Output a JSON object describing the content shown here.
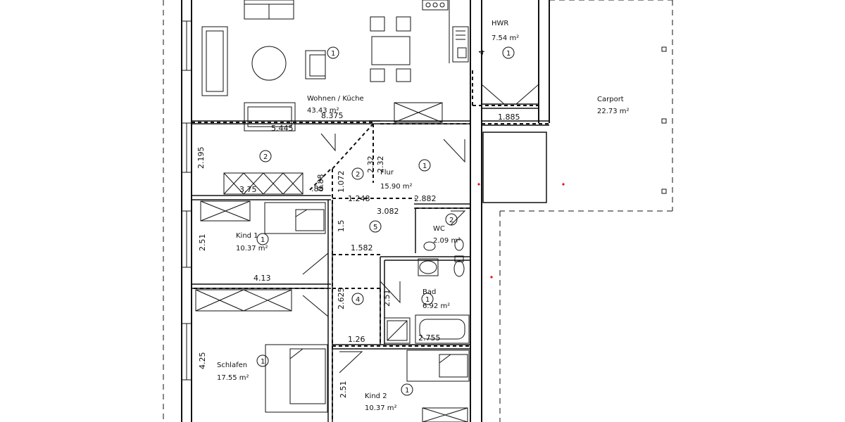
{
  "rooms": {
    "wohnen": {
      "name": "Wohnen / Küche",
      "area": "43.43 m²",
      "marker": "1"
    },
    "hwr": {
      "name": "HWR",
      "area": "7.54  m²",
      "marker": "1"
    },
    "carport": {
      "name": "Carport",
      "area": "22.73  m²"
    },
    "flur": {
      "name": "Flur",
      "area": "15.90  m²",
      "marker": "1"
    },
    "kind1": {
      "name": "Kind  1",
      "area": "10.37  m²",
      "marker": "1"
    },
    "bad": {
      "name": "Bad",
      "area": "6.92  m²",
      "marker": "1"
    },
    "wc": {
      "name": "WC",
      "area": "2.09  m²",
      "marker": "2"
    },
    "schlafen": {
      "name": "Schlafen",
      "area": "17.55  m²",
      "marker": "1"
    },
    "kind2": {
      "name": "Kind  2",
      "area": "10.37  m²",
      "marker": "1"
    }
  },
  "circle_markers": {
    "left_room": "2",
    "flur_left": "2",
    "central": "5",
    "lower_hall": "4"
  },
  "dimensions": {
    "d_8375": "8.375",
    "d_5445": "5.445",
    "d_1885": "1.885",
    "d_2195": "2.195",
    "d_375": "3.75",
    "d_88": ".88",
    "d_088": "0.88",
    "d_1072": "1.072",
    "d_232a": "2.32",
    "d_232b": "2.32",
    "d_1248": "1.248",
    "d_2882": "2.882",
    "d_3082": "3.082",
    "d_15": "1.5",
    "d_251a": "2.51",
    "d_1582": "1.582",
    "d_413": "4.13",
    "d_2625": "2.625",
    "d_251b": "2.51",
    "d_126": "1.26",
    "d_2755": "2.755",
    "d_425": "4.25",
    "d_251c": "2.51",
    "d_4": "4"
  }
}
